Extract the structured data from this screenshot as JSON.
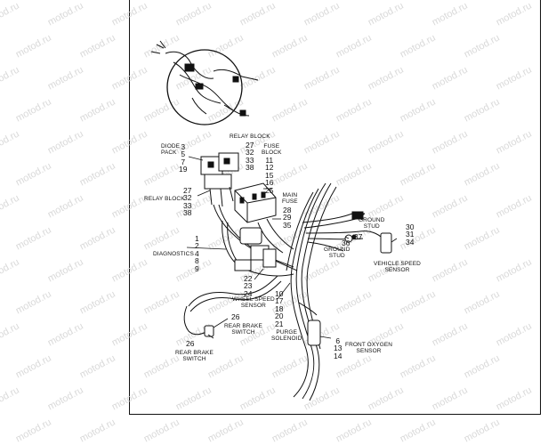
{
  "watermark": "motod.ru",
  "labels": {
    "relay_block_top": "RELAY BLOCK",
    "diode_pack": "DIODE\nPACK",
    "fuse_block": "FUSE\nBLOCK",
    "relay_block_left": "RELAY BLOCK",
    "main_fuse": "MAIN\nFUSE",
    "ground_stud_right": "GROUND\nSTUD",
    "ground_stud_mid": "GROUND\nSTUD",
    "diagnostics": "DIAGNOSTICS",
    "vehicle_speed_sensor": "VEHICLE SPEED\nSENSOR",
    "wheel_speed_sensor": "WHEEL SPEED\nSENSOR",
    "rear_brake_switch_mid": "REAR BRAKE\nSWITCH",
    "purge_solenoid": "PURGE\nSOLENOID",
    "front_oxygen_sensor": "FRONT OXYGEN\nSENSOR",
    "rear_brake_switch_bottom": "REAR BRAKE\nSWITCH"
  },
  "numbers": {
    "relay_top": "27\n32\n33\n38",
    "diode_pack": "3\n5\n7\n19",
    "fuse_block": "11\n12\n15\n16\n25",
    "relay_left": "27\n32\n33\n38",
    "main_fuse": "28\n29\n35",
    "ground_right": "30\n31\n34",
    "ground_right_call": "37",
    "ground_mid_call": "36",
    "diagnostics": "1\n2\n4\n8\n9",
    "wheel_speed": "22\n23\n24",
    "mid_column": "10\n17\n18\n20\n21",
    "rear_brake_mid": "26",
    "rear_brake_bottom": "26",
    "oxygen": "6\n13\n14"
  }
}
